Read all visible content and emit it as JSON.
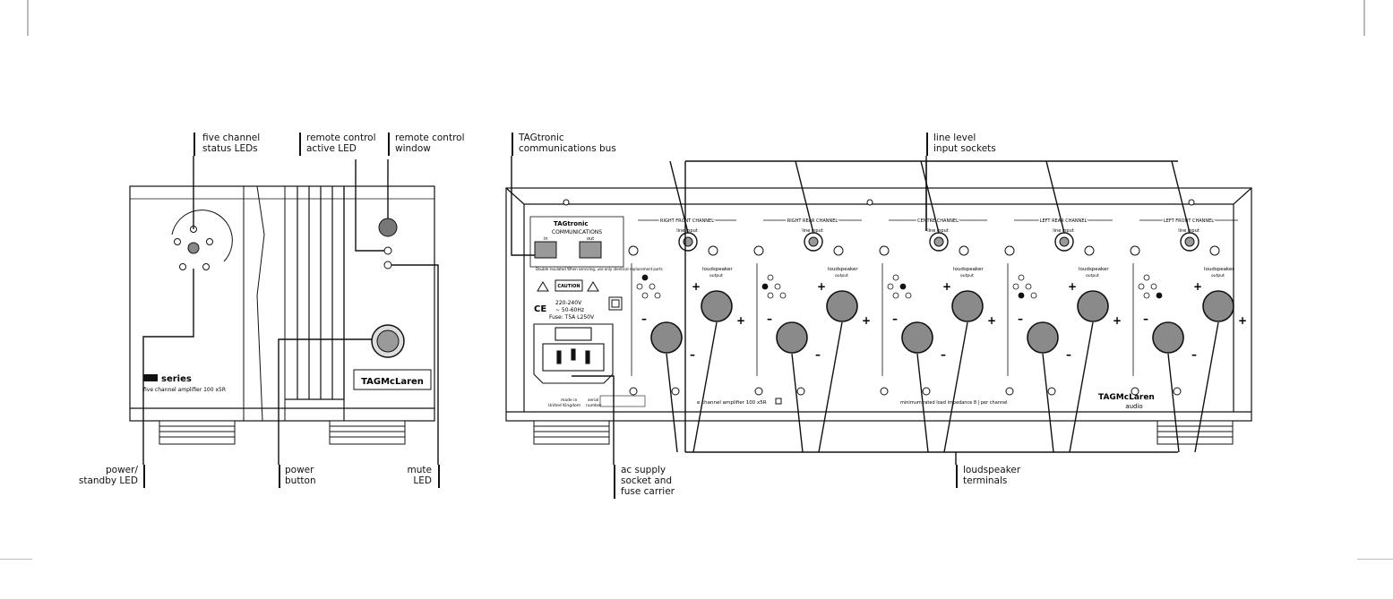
{
  "callouts": {
    "five_channel_status_leds": [
      "five channel",
      "status LEDs"
    ],
    "remote_control_active_led": [
      "remote control",
      "active LED"
    ],
    "remote_control_window": [
      "remote control",
      "window"
    ],
    "tagtronic_bus": [
      "TAGtronic",
      "communications bus"
    ],
    "line_level_input_sockets": [
      "line level",
      "input sockets"
    ],
    "power_standby_led": [
      "power/",
      "standby LED"
    ],
    "power_button": [
      "power",
      "button"
    ],
    "mute_led": [
      "mute",
      "LED"
    ],
    "ac_supply": [
      "ac supply",
      "socket and",
      "fuse carrier"
    ],
    "loudspeaker_terminals": [
      "loudspeaker",
      "terminals"
    ]
  },
  "front_panel": {
    "series_label": "series",
    "model_label": "five channel amplifier 100 x5R",
    "brand": "TAGMcLaren"
  },
  "rear_panel": {
    "comms": {
      "brand": "TAGtronic",
      "label": "COMMUNICATIONS",
      "port_in": "in",
      "port_out": "out",
      "warning_text": "Double insulated  When servicing, use only identical replacement parts"
    },
    "caution": "CAUTION",
    "power_rating": [
      "220-240V",
      "~ 50-60Hz",
      "Fuse: T5A L250V"
    ],
    "ce_mark": "CE",
    "channels": [
      {
        "name": "RIGHT FRONT CHANNEL",
        "line_input": "line input",
        "output": [
          "loudspeaker",
          "output"
        ]
      },
      {
        "name": "RIGHT REAR CHANNEL",
        "line_input": "line input",
        "output": [
          "loudspeaker",
          "output"
        ]
      },
      {
        "name": "CENTRE CHANNEL",
        "line_input": "line input",
        "output": [
          "loudspeaker",
          "output"
        ]
      },
      {
        "name": "LEFT REAR CHANNEL",
        "line_input": "line input",
        "output": [
          "loudspeaker",
          "output"
        ]
      },
      {
        "name": "LEFT FRONT CHANNEL",
        "line_input": "line input",
        "output": [
          "loudspeaker",
          "output"
        ]
      }
    ],
    "made_in": [
      "made in",
      "United Kingdom"
    ],
    "serial": [
      "serial",
      "number"
    ],
    "model_text": "e channel amplifier 100 x5R",
    "impedance_text": "minimum rated load impedance 8 | per channel",
    "brand": "TAGMcLaren",
    "brand_sub": "audio"
  },
  "colors": {
    "ink": "#111111",
    "panel_fill": "#ffffff",
    "knob_fill": "#8a8a8a",
    "guide": "#bbbbbb"
  }
}
